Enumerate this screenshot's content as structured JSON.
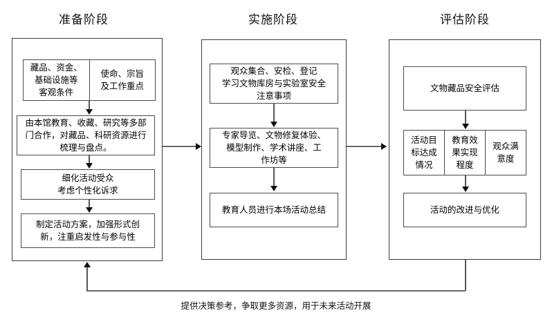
{
  "diagram": {
    "title_row": [
      {
        "id": "prep",
        "label": "准备阶段"
      },
      {
        "id": "impl",
        "label": "实施阶段"
      },
      {
        "id": "eval",
        "label": "评估阶段"
      }
    ],
    "columns": {
      "preparation": {
        "title": "准备阶段",
        "nodes": [
          {
            "kind": "split",
            "name": "resources-and-mission",
            "cells": [
              "藏品、资金、\n基础设施等\n客观条件",
              "使命、宗旨\n及工作重点"
            ]
          },
          {
            "kind": "box",
            "name": "department-collaboration",
            "text": "由本馆教育、收藏、研究等多部\n门合作，对藏品、科研资源进行\n梳理与盘点。"
          },
          {
            "kind": "box",
            "name": "audience-segmentation",
            "text": "细化活动受众\n考虑个性化诉求"
          },
          {
            "kind": "box",
            "name": "activity-plan",
            "text": "制定活动方案，加强形式创\n新，注重启发性与参与性"
          }
        ]
      },
      "implementation": {
        "title": "实施阶段",
        "nodes": [
          {
            "kind": "box",
            "name": "assembly-security-registration",
            "text": "观众集合、安检、登记\n学习文物库房与实验室安全\n注意事项"
          },
          {
            "kind": "box",
            "name": "expert-tours-and-workshops",
            "text": "专家导览、文物修复体验、\n模型制作、学术讲座、工\n作坊等"
          },
          {
            "kind": "box",
            "name": "staff-summary",
            "text": "教育人员进行本场活动总结"
          }
        ]
      },
      "evaluation": {
        "title": "评估阶段",
        "nodes": [
          {
            "kind": "box",
            "name": "collection-safety-assessment",
            "text": "文物藏品安全评估"
          },
          {
            "kind": "split",
            "name": "evaluation-metrics",
            "cells": [
              "活动目\n标达成\n情况",
              "教育效\n果实现\n程度",
              "观众满\n意度"
            ]
          },
          {
            "kind": "box",
            "name": "improvement-and-optimization",
            "text": "活动的改进与优化"
          }
        ]
      }
    },
    "caption": "提供决策参考，争取更多资源，用于未来活动开展",
    "colors": {
      "background": "#ffffff",
      "container_border": "#3a3a3a",
      "node_border": "#4a4a4a",
      "connector": "#555555",
      "text": "#000000"
    }
  }
}
